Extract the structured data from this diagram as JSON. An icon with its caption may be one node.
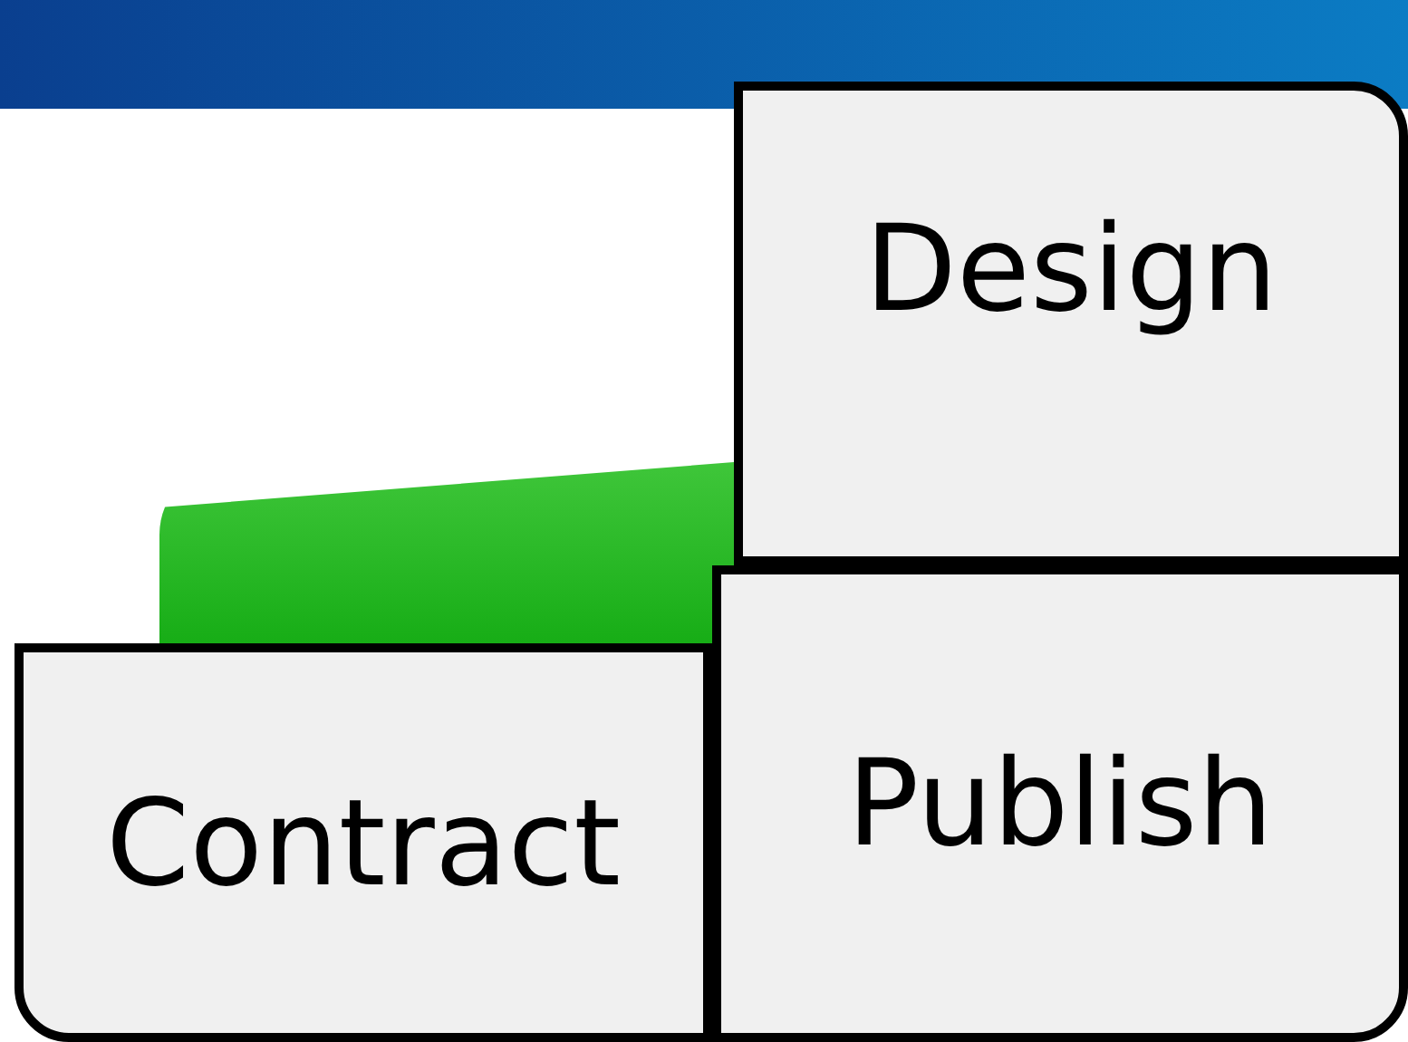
{
  "diagram": {
    "nodes": [
      {
        "text": [
          "Design"
        ]
      },
      {
        "text": [],
        "shape": "box"
      },
      {
        "text": [
          "Contract"
        ]
      },
      {
        "text": [
          "Publish"
        ]
      }
    ]
  }
}
